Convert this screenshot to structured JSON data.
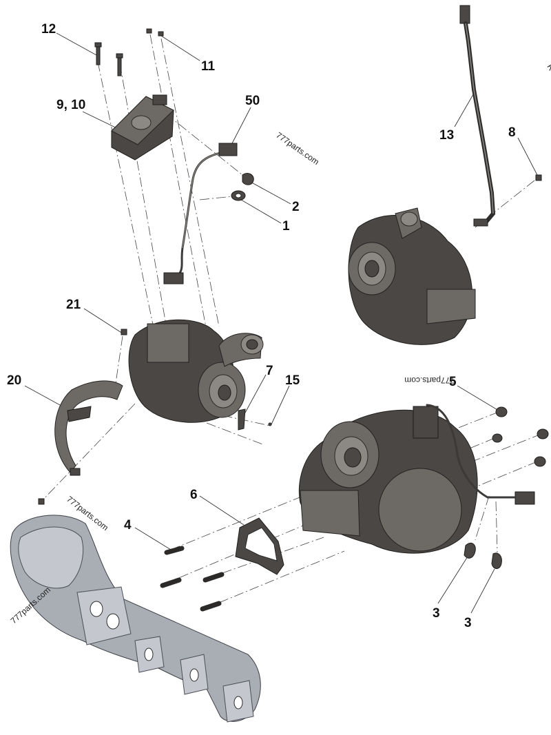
{
  "diagram": {
    "callouts": [
      {
        "id": "c12",
        "text": "12"
      },
      {
        "id": "c11",
        "text": "11"
      },
      {
        "id": "c910",
        "text": "9, 10"
      },
      {
        "id": "c50",
        "text": "50"
      },
      {
        "id": "c2",
        "text": "2"
      },
      {
        "id": "c1",
        "text": "1"
      },
      {
        "id": "c13",
        "text": "13"
      },
      {
        "id": "c8",
        "text": "8"
      },
      {
        "id": "c21",
        "text": "21"
      },
      {
        "id": "c7",
        "text": "7"
      },
      {
        "id": "c15",
        "text": "15"
      },
      {
        "id": "c20",
        "text": "20"
      },
      {
        "id": "c5",
        "text": "5"
      },
      {
        "id": "c6",
        "text": "6"
      },
      {
        "id": "c4",
        "text": "4"
      },
      {
        "id": "c3a",
        "text": "3"
      },
      {
        "id": "c3b",
        "text": "3"
      }
    ],
    "watermarks": [
      {
        "id": "w1",
        "text": "777parts.com"
      },
      {
        "id": "w2",
        "text": "777parts.com"
      },
      {
        "id": "w3",
        "text": "777parts.com"
      },
      {
        "id": "w4",
        "text": "777parts.com"
      }
    ],
    "edge_fragment": "R"
  }
}
